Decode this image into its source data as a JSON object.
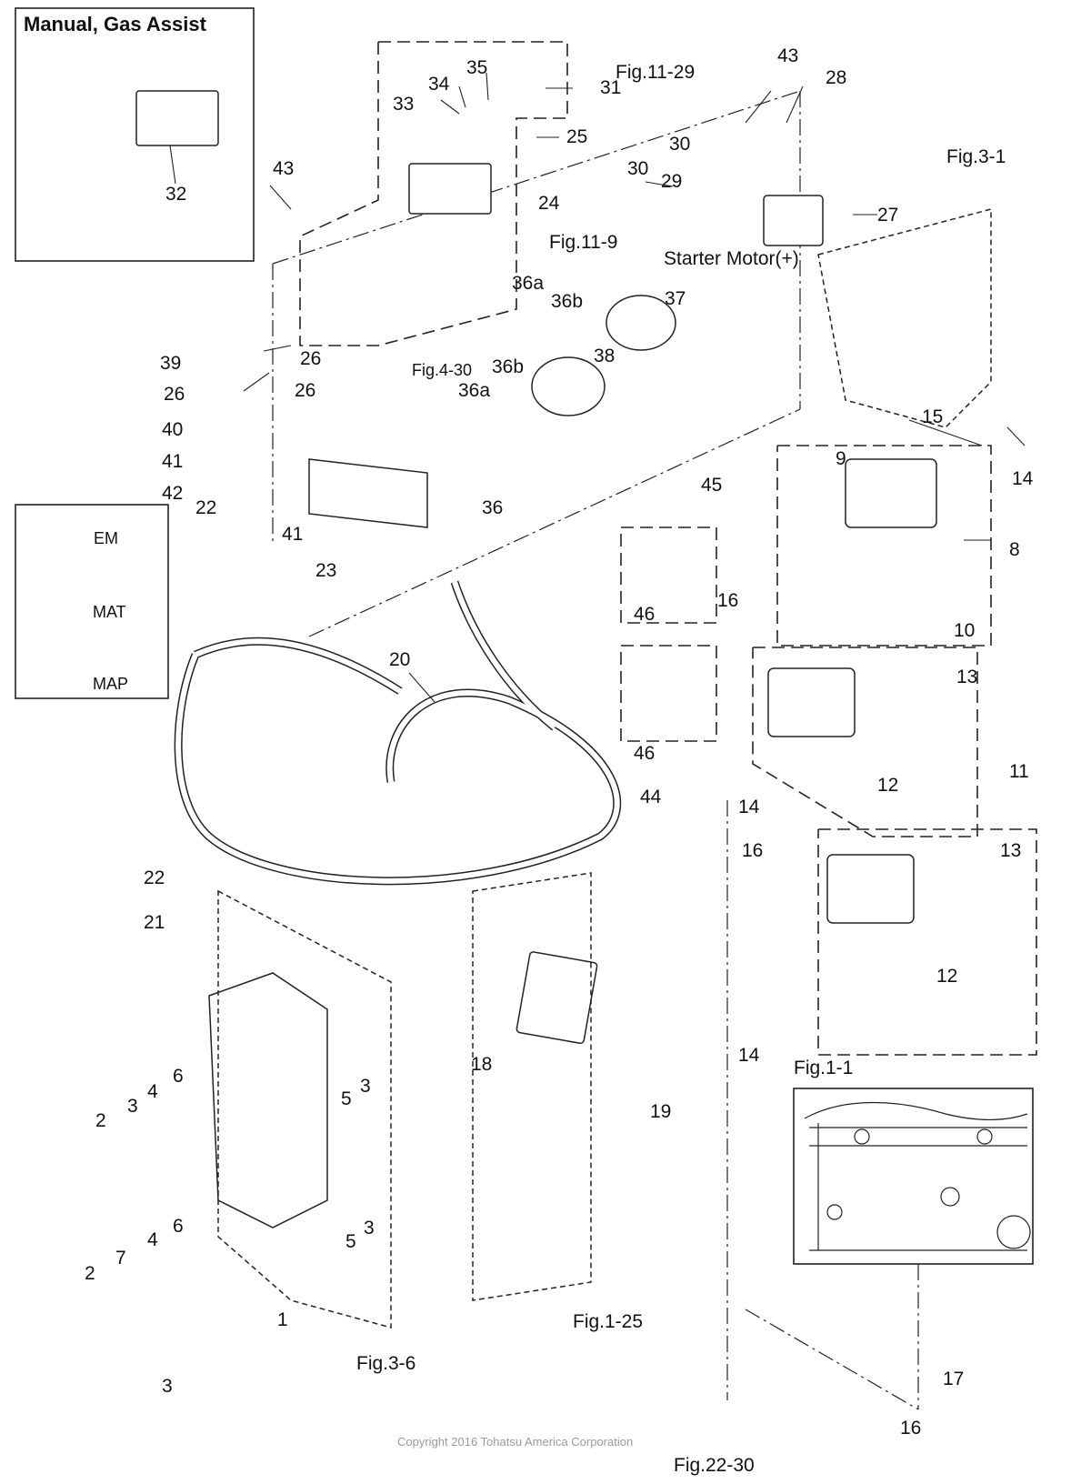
{
  "title": "Manual, Gas Assist",
  "copyright": "Copyright 2016 Tohatsu America Corporation",
  "legend": {
    "labels": [
      "EM",
      "MAT",
      "MAP"
    ]
  },
  "figure_refs": {
    "fig_11_29": "Fig.11-29",
    "fig_11_9": "Fig.11-9",
    "fig_3_1": "Fig.3-1",
    "fig_4_30": "Fig.4-30",
    "fig_1_1": "Fig.1-1",
    "fig_1_25": "Fig.1-25",
    "fig_3_6": "Fig.3-6",
    "fig_22_30": "Fig.22-30",
    "starter_motor": "Starter Motor(+)"
  },
  "callouts": [
    {
      "id": "c32",
      "text": "32"
    },
    {
      "id": "c43a",
      "text": "43"
    },
    {
      "id": "c33",
      "text": "33"
    },
    {
      "id": "c34",
      "text": "34"
    },
    {
      "id": "c35",
      "text": "35"
    },
    {
      "id": "c31",
      "text": "31"
    },
    {
      "id": "c25",
      "text": "25"
    },
    {
      "id": "c24",
      "text": "24"
    },
    {
      "id": "c30a",
      "text": "30"
    },
    {
      "id": "c30b",
      "text": "30"
    },
    {
      "id": "c29",
      "text": "29"
    },
    {
      "id": "c43b",
      "text": "43"
    },
    {
      "id": "c28",
      "text": "28"
    },
    {
      "id": "c27",
      "text": "27"
    },
    {
      "id": "c36a1",
      "text": "36a"
    },
    {
      "id": "c36b1",
      "text": "36b"
    },
    {
      "id": "c37",
      "text": "37"
    },
    {
      "id": "c38",
      "text": "38"
    },
    {
      "id": "c36b2",
      "text": "36b"
    },
    {
      "id": "c36a2",
      "text": "36a"
    },
    {
      "id": "c39",
      "text": "39"
    },
    {
      "id": "c26a",
      "text": "26"
    },
    {
      "id": "c26b",
      "text": "26"
    },
    {
      "id": "c26c",
      "text": "26"
    },
    {
      "id": "c40",
      "text": "40"
    },
    {
      "id": "c41a",
      "text": "41"
    },
    {
      "id": "c42",
      "text": "42"
    },
    {
      "id": "c36",
      "text": "36"
    },
    {
      "id": "c22a",
      "text": "22"
    },
    {
      "id": "c41b",
      "text": "41"
    },
    {
      "id": "c23",
      "text": "23"
    },
    {
      "id": "c15",
      "text": "15"
    },
    {
      "id": "c14a",
      "text": "14"
    },
    {
      "id": "c9",
      "text": "9"
    },
    {
      "id": "c8",
      "text": "8"
    },
    {
      "id": "c10",
      "text": "10"
    },
    {
      "id": "c45",
      "text": "45"
    },
    {
      "id": "c46a",
      "text": "46"
    },
    {
      "id": "c16a",
      "text": "16"
    },
    {
      "id": "c13a",
      "text": "13"
    },
    {
      "id": "c20",
      "text": "20"
    },
    {
      "id": "c46b",
      "text": "46"
    },
    {
      "id": "c44",
      "text": "44"
    },
    {
      "id": "c12a",
      "text": "12"
    },
    {
      "id": "c11",
      "text": "11"
    },
    {
      "id": "c14b",
      "text": "14"
    },
    {
      "id": "c16b",
      "text": "16"
    },
    {
      "id": "c13b",
      "text": "13"
    },
    {
      "id": "c12b",
      "text": "12"
    },
    {
      "id": "c22b",
      "text": "22"
    },
    {
      "id": "c21",
      "text": "21"
    },
    {
      "id": "c14c",
      "text": "14"
    },
    {
      "id": "c18",
      "text": "18"
    },
    {
      "id": "c19",
      "text": "19"
    },
    {
      "id": "c2a",
      "text": "2"
    },
    {
      "id": "c3a",
      "text": "3"
    },
    {
      "id": "c4a",
      "text": "4"
    },
    {
      "id": "c6a",
      "text": "6"
    },
    {
      "id": "c5a",
      "text": "5"
    },
    {
      "id": "c3b",
      "text": "3"
    },
    {
      "id": "c5b",
      "text": "5"
    },
    {
      "id": "c3c",
      "text": "3"
    },
    {
      "id": "c2b",
      "text": "2"
    },
    {
      "id": "c7",
      "text": "7"
    },
    {
      "id": "c4b",
      "text": "4"
    },
    {
      "id": "c6b",
      "text": "6"
    },
    {
      "id": "c3d",
      "text": "3"
    },
    {
      "id": "c1",
      "text": "1"
    },
    {
      "id": "c17",
      "text": "17"
    },
    {
      "id": "c16c",
      "text": "16"
    }
  ]
}
